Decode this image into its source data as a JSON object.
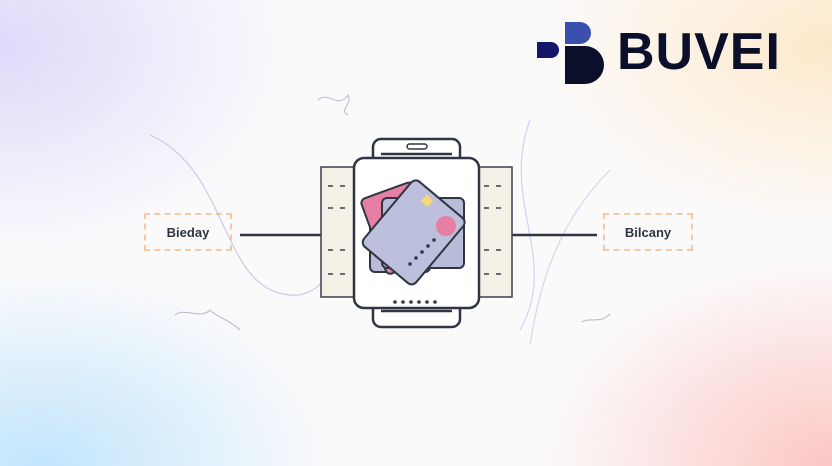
{
  "logo": {
    "text": "BUVEI",
    "colors": {
      "dark": "#0c0f2a",
      "blue": "#3a4fae",
      "navy": "#15166a"
    }
  },
  "nodes": {
    "left": "Bieday",
    "right": "Bilcany"
  },
  "colors": {
    "outline": "#2f3542",
    "card": "#b8bcd9",
    "card_pink": "#e67fa4",
    "accent_yellow": "#f5d67a",
    "panel": "#f5f0e6"
  }
}
